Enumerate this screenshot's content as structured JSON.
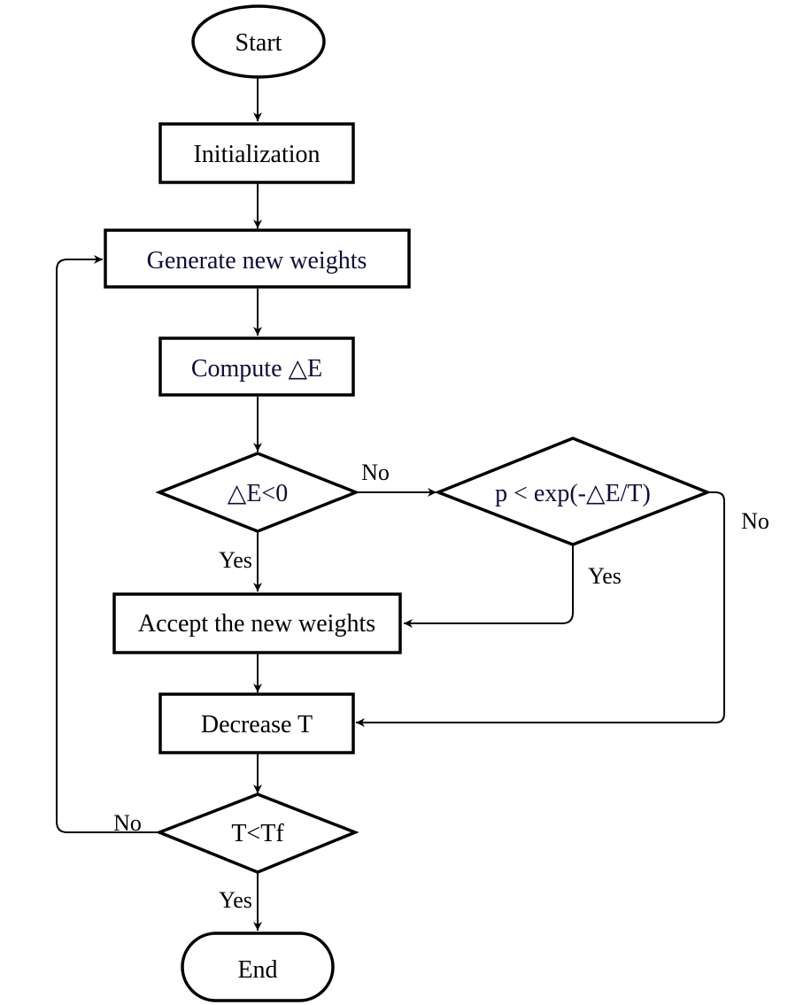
{
  "nodes": {
    "start": "Start",
    "init": "Initialization",
    "generate": "Generate new weights",
    "compute": "Compute △E",
    "check_de": "△E<0",
    "check_p": "p < exp(-△E/T)",
    "accept": "Accept the new weights",
    "decrease": "Decrease T",
    "check_t": "T<Tf",
    "end": "End"
  },
  "edges": {
    "de_no": "No",
    "de_yes": "Yes",
    "p_yes": "Yes",
    "p_no": "No",
    "t_no": "No",
    "t_yes": "Yes"
  }
}
